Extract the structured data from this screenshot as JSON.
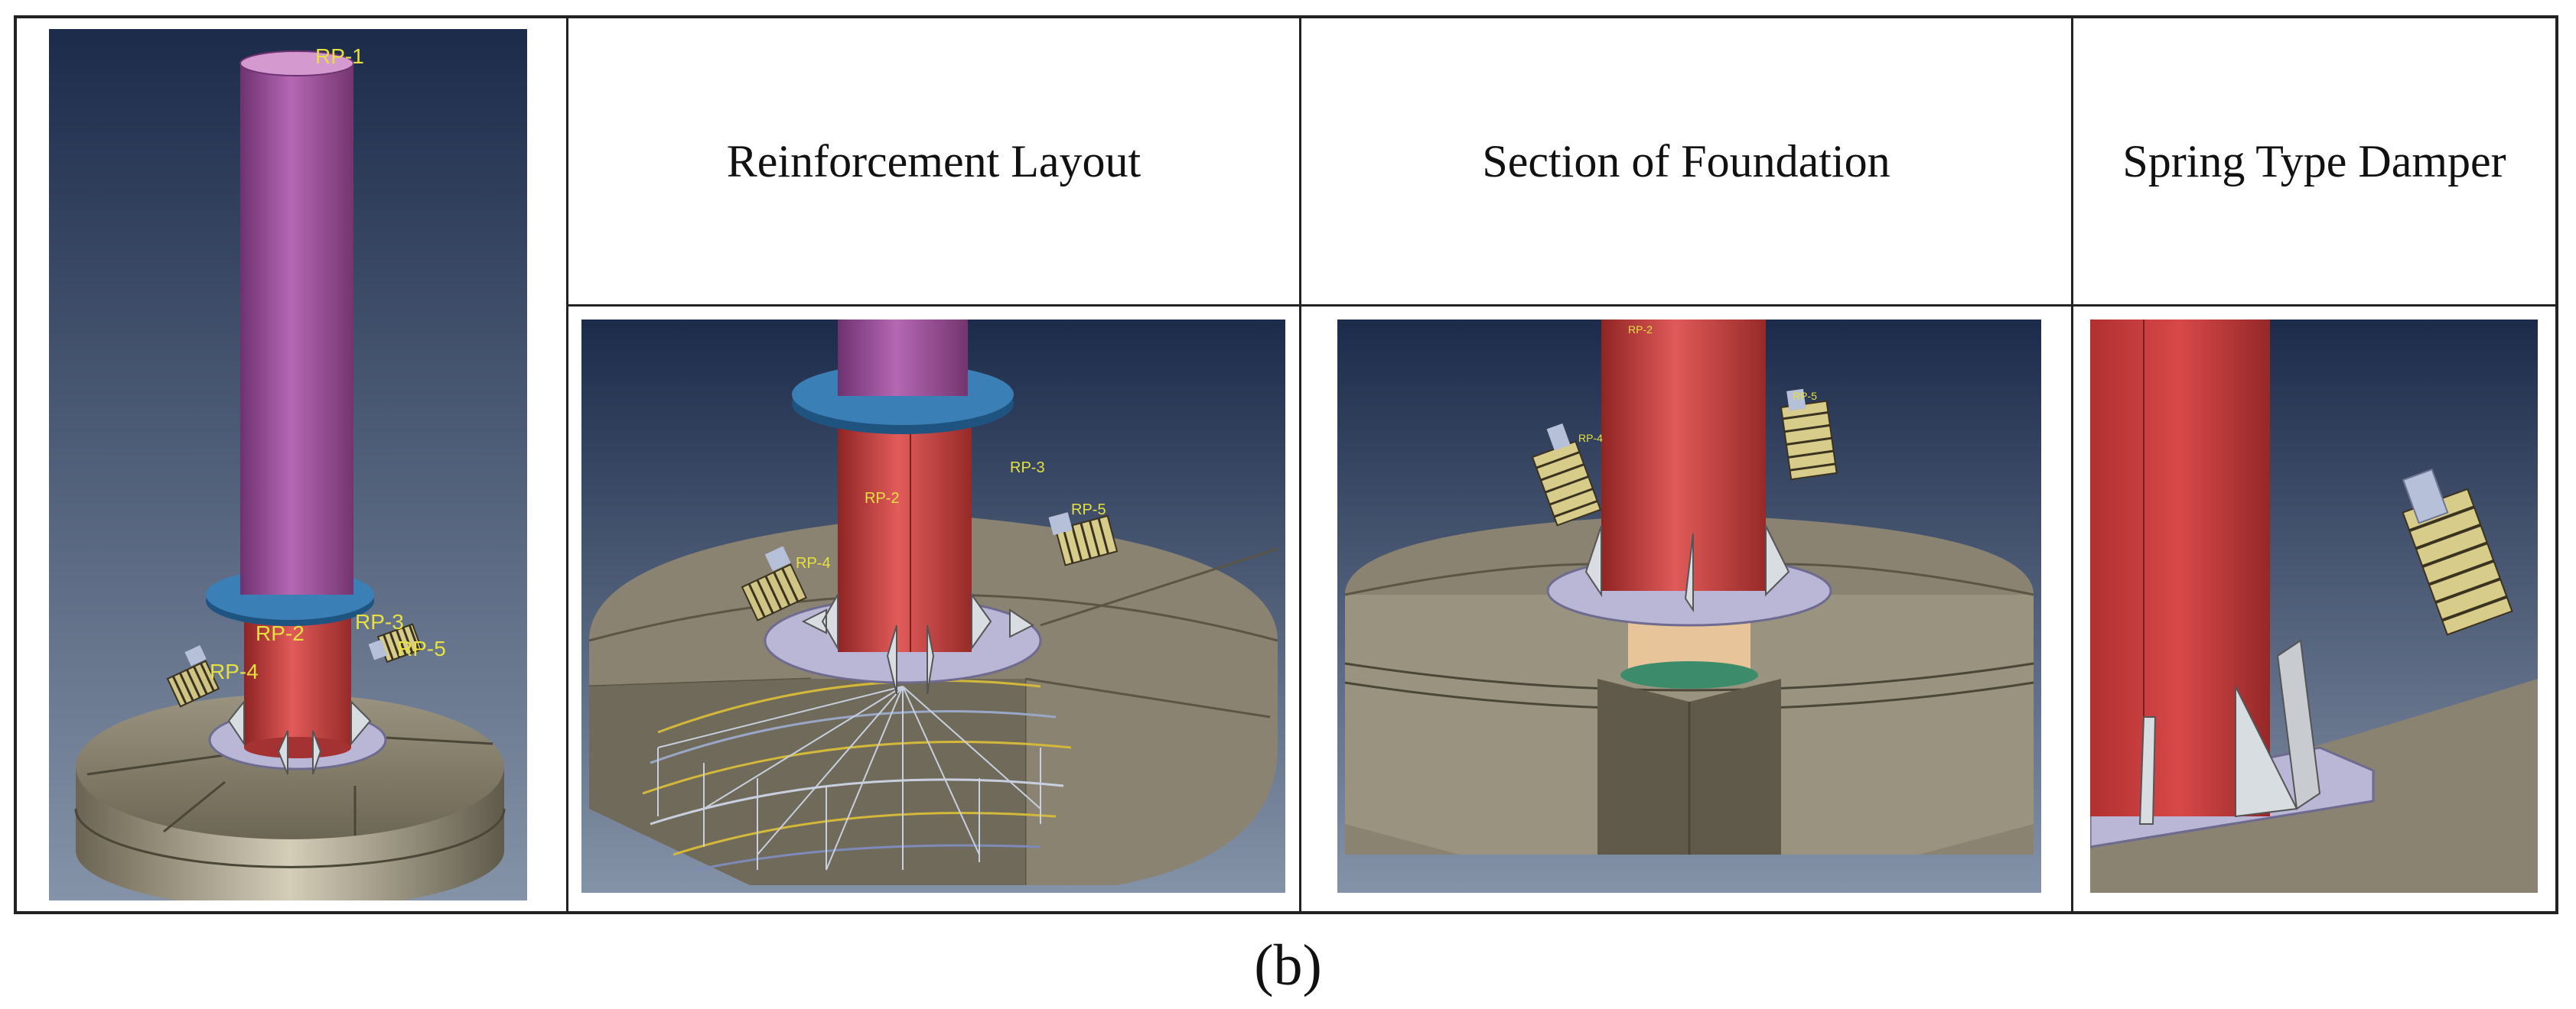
{
  "figure": {
    "label": "(b)",
    "columns": [
      {
        "caption": ""
      },
      {
        "caption": "Reinforcement Layout"
      },
      {
        "caption": "Section of Foundation"
      },
      {
        "caption": "Spring Type Damper"
      }
    ],
    "reference_points": {
      "rp1": "RP-1",
      "rp2": "RP-2",
      "rp3": "RP-3",
      "rp4": "RP-4",
      "rp5": "RP-5"
    }
  },
  "colors": {
    "viewport_top": "#1c2b4a",
    "viewport_bottom": "#8593a8",
    "tower_steel": "#9b4f9a",
    "column_red": "#c83c3c",
    "flange_blue": "#2f6f9f",
    "base_plate": "#b9b6d6",
    "foundation": "#8a8372",
    "damper": "#d8cc8a",
    "rp_label": "#e6e040",
    "pedestal": "#e8c49a",
    "pad_green": "#3c8c6c"
  }
}
